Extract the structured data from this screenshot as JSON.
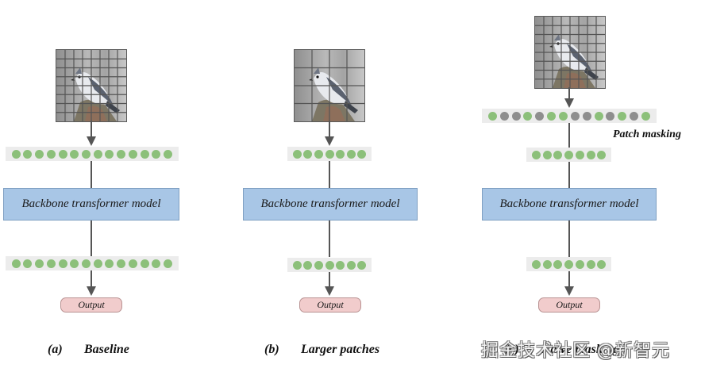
{
  "figure": {
    "panels": [
      {
        "id": "a",
        "caption_tag": "(a)",
        "caption_title": "Baseline",
        "image_grid": 8,
        "input_tokens": [
          "green",
          "green",
          "green",
          "green",
          "green",
          "green",
          "green",
          "green",
          "green",
          "green",
          "green",
          "green",
          "green",
          "green"
        ],
        "backbone_label": "Backbone transformer model",
        "output_tokens": [
          "green",
          "green",
          "green",
          "green",
          "green",
          "green",
          "green",
          "green",
          "green",
          "green",
          "green",
          "green",
          "green",
          "green"
        ],
        "output_label": "Output"
      },
      {
        "id": "b",
        "caption_tag": "(b)",
        "caption_title": "Larger patches",
        "image_grid": 4,
        "input_tokens": [
          "green",
          "green",
          "green",
          "green",
          "green",
          "green",
          "green"
        ],
        "backbone_label": "Backbone transformer model",
        "output_tokens": [
          "green",
          "green",
          "green",
          "green",
          "green",
          "green",
          "green"
        ],
        "output_label": "Output"
      },
      {
        "id": "c",
        "caption_tag": "(c)",
        "caption_title": "Naive masking",
        "image_grid": 8,
        "all_tokens": [
          "green",
          "gray",
          "gray",
          "green",
          "gray",
          "green",
          "green",
          "gray",
          "gray",
          "green",
          "gray",
          "green",
          "gray",
          "green"
        ],
        "masking_label": "Patch masking",
        "input_tokens": [
          "green",
          "green",
          "green",
          "green",
          "green",
          "green",
          "green"
        ],
        "backbone_label": "Backbone transformer model",
        "output_tokens": [
          "green",
          "green",
          "green",
          "green",
          "green",
          "green",
          "green"
        ],
        "output_label": "Output"
      }
    ],
    "watermark": "掘金技术社区 @新智元",
    "colors": {
      "token_kept": "#8cc07a",
      "token_masked": "#8e8e8e",
      "backbone_fill": "#a8c6e6",
      "output_fill": "#f1cccc",
      "arrow": "#555555"
    }
  }
}
